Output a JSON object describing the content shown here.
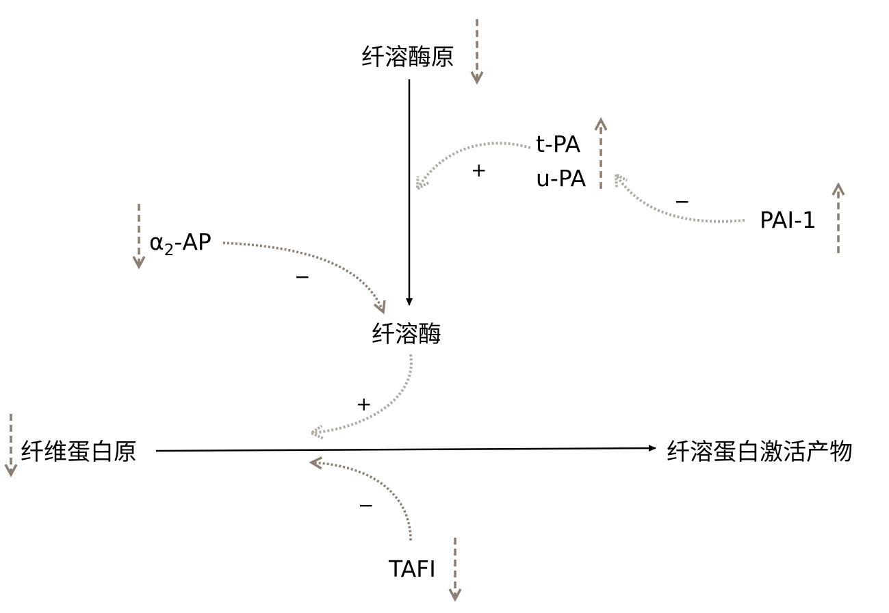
{
  "labels": {
    "plasminogen": "纤溶酶原",
    "plasmin": "纤溶酶",
    "fibrinogen": "纤维蛋白原",
    "fdp": "纤溶蛋白激活产物",
    "tpa": "t-PA",
    "upa": "u-PA",
    "pai1": "PAI-1",
    "alpha_greek": "α",
    "alpha_sub": "2",
    "alpha_rest": "-AP",
    "tafi": "TAFI"
  },
  "signs": {
    "tpa_effect": "+",
    "pai1_effect": "−",
    "alpha_effect": "−",
    "plasmin_effect": "+",
    "tafi_effect": "−"
  },
  "colors": {
    "main_arrow": "#000000",
    "dotted_arrow": "#b0aba3",
    "trend_arrow": "#8c7f71"
  }
}
